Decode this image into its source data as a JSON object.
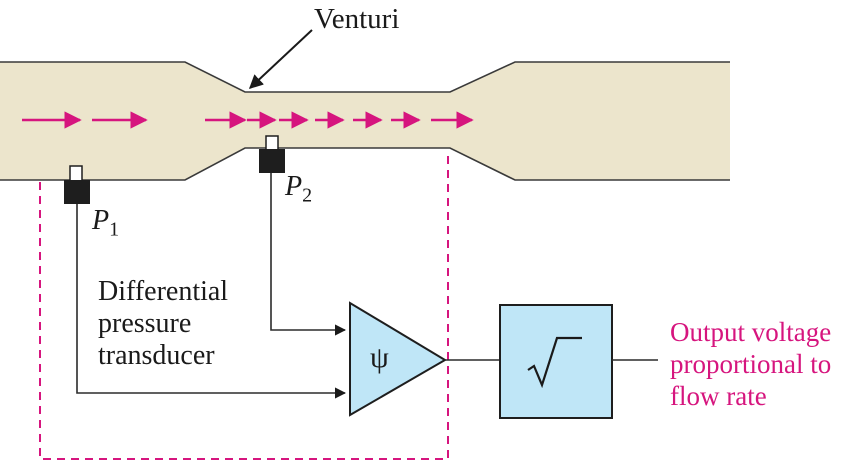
{
  "labels": {
    "venturi": "Venturi",
    "p1_letter": "P",
    "p1_sub": "1",
    "p2_letter": "P",
    "p2_sub": "2",
    "transducer": [
      "Differential",
      "pressure",
      "transducer"
    ],
    "amp_symbol": "ψ",
    "sqrt_symbol": "√",
    "output": [
      "Output voltage",
      "proportional to",
      "flow rate"
    ]
  },
  "colors": {
    "pipe": "#ece5cc",
    "pipe_edge": "#3a3a3a",
    "flow_arrow": "#d6157e",
    "dashed_box": "#d6157e",
    "block_fill": "#bfe6f7",
    "wire": "#2b2b2b",
    "sensor": "#1e1e1e"
  },
  "icons": {
    "amplifier": "triangle-amplifier-icon",
    "square_root": "square-root-block-icon",
    "flow": "right-arrow-icon"
  }
}
